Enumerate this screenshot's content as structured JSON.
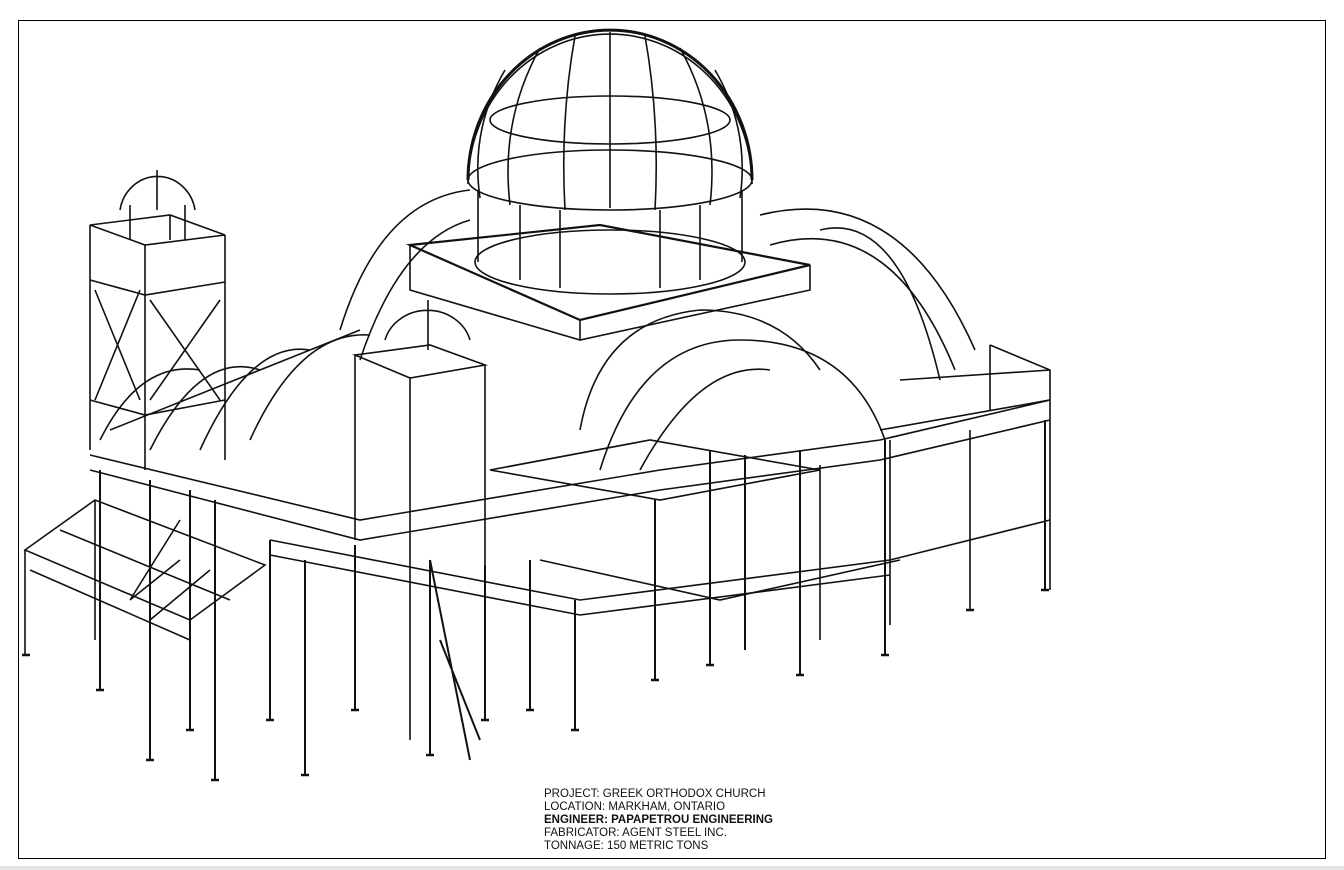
{
  "title_block": {
    "project": "PROJECT: GREEK ORTHODOX CHURCH",
    "location": "LOCATION: MARKHAM, ONTARIO",
    "engineer": "ENGINEER: PAPAPETROU ENGINEERING",
    "fabricator": "FABRICATOR: AGENT STEEL INC.",
    "tonnage": "TONNAGE: 150 METRIC TONS"
  },
  "colors": {
    "line": "#111111",
    "background": "#ffffff"
  }
}
